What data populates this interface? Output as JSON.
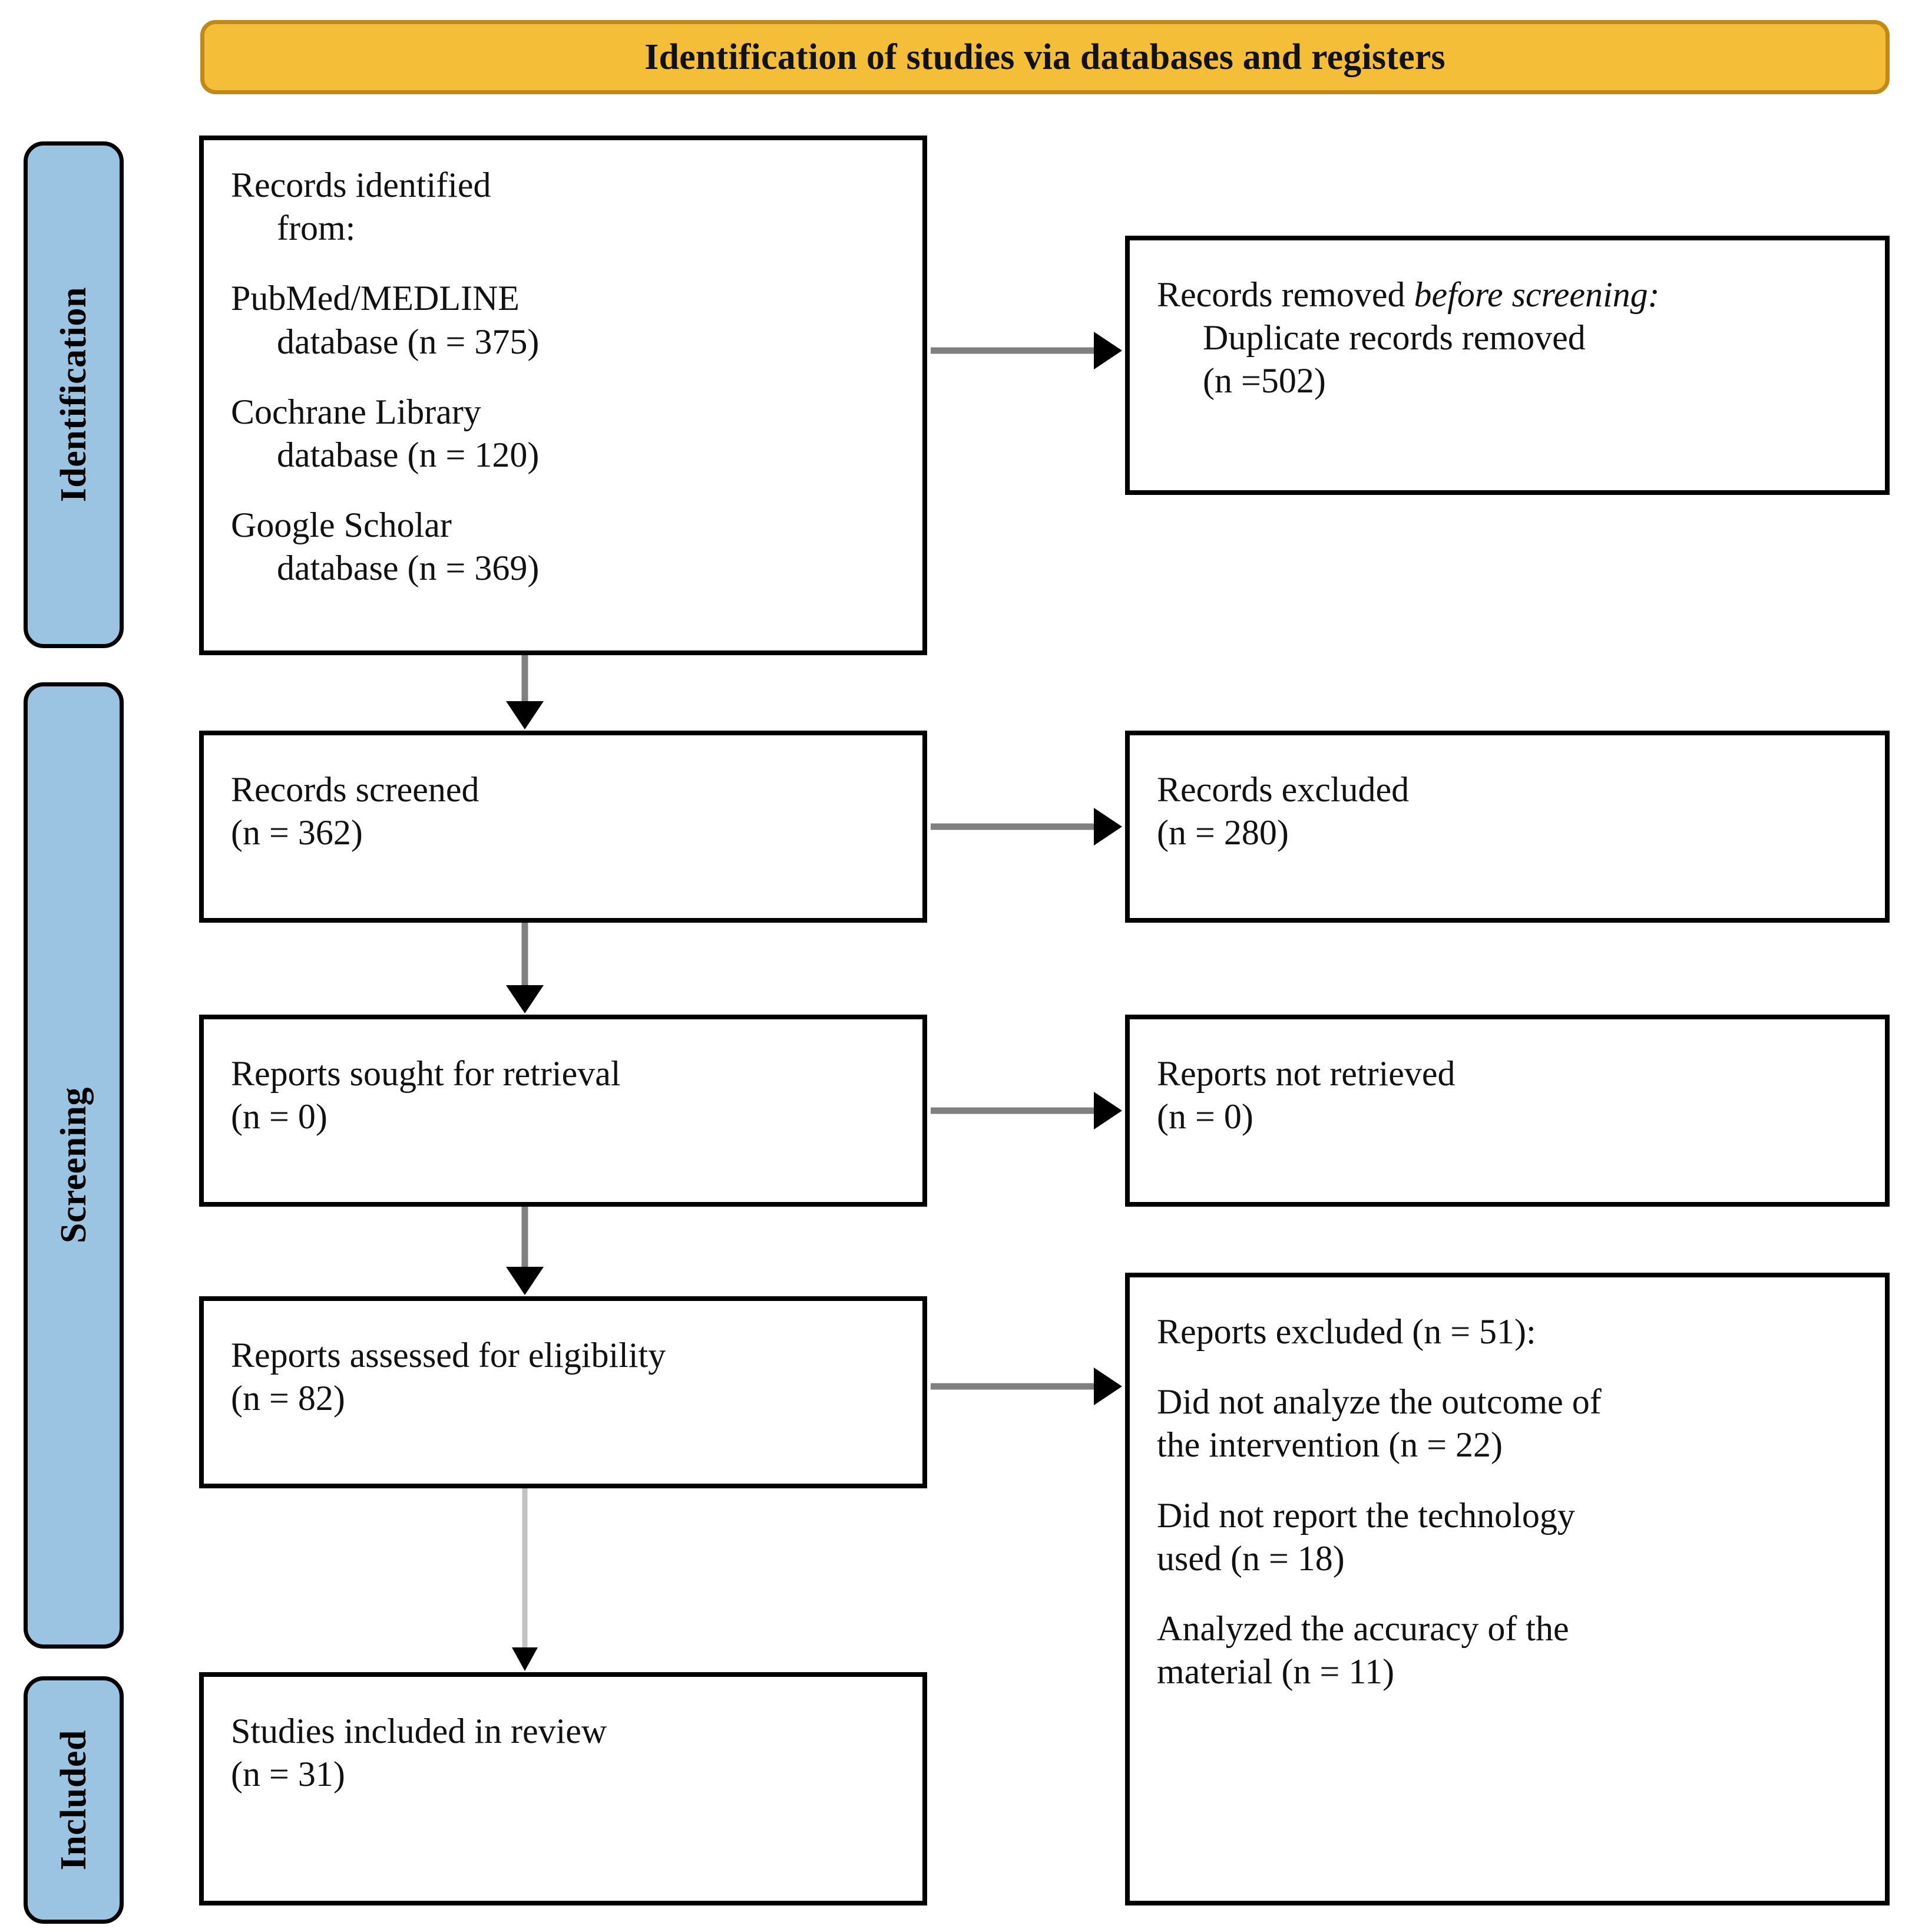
{
  "header": {
    "title": "Identification of studies via databases and registers",
    "bg_color": "#F5BE38",
    "border_color": "#BF8A19"
  },
  "rails": {
    "color": "#9BC4E2",
    "items": [
      {
        "label": "Identification"
      },
      {
        "label": "Screening"
      },
      {
        "label": "Included"
      }
    ]
  },
  "boxes": {
    "identified": {
      "line1": "Records identified",
      "line1_indent": "from:",
      "line2": "PubMed/MEDLINE",
      "line2_indent": "database (n = 375)",
      "line3": "Cochrane Library",
      "line3_indent": "database (n = 120)",
      "line4": "Google Scholar",
      "line4_indent": "database (n = 369)"
    },
    "removed": {
      "line1_a": "Records removed ",
      "line1_b": "before screening",
      "line1_c": ":",
      "line2_indent": "Duplicate records removed",
      "line3_indent": "(n =502)"
    },
    "screened": {
      "line1": "Records screened",
      "line2": "(n = 362)"
    },
    "excluded": {
      "line1": "Records excluded",
      "line2": "(n = 280)"
    },
    "sought": {
      "line1": "Reports sought for retrieval",
      "line2": "(n = 0)"
    },
    "not_retrieved": {
      "line1": "Reports not retrieved",
      "line2": "(n = 0)"
    },
    "eligibility": {
      "line1": "Reports assessed for eligibility",
      "line2": "(n = 82)"
    },
    "reports_excluded": {
      "heading": "Reports excluded (n = 51):",
      "reason1_line1": "Did not analyze the outcome of",
      "reason1_line2": "the intervention (n = 22)",
      "reason2_line1": "Did not report the technology",
      "reason2_line2": "used (n = 18)",
      "reason3_line1": "Analyzed the accuracy of the",
      "reason3_line2": "material (n = 11)"
    },
    "included": {
      "line1": "Studies included in review",
      "line2": "(n = 31)"
    }
  },
  "connectors": {
    "shaft_color": "#808080",
    "head_color": "#000000",
    "light_shaft_color": "#C2C2C2"
  }
}
